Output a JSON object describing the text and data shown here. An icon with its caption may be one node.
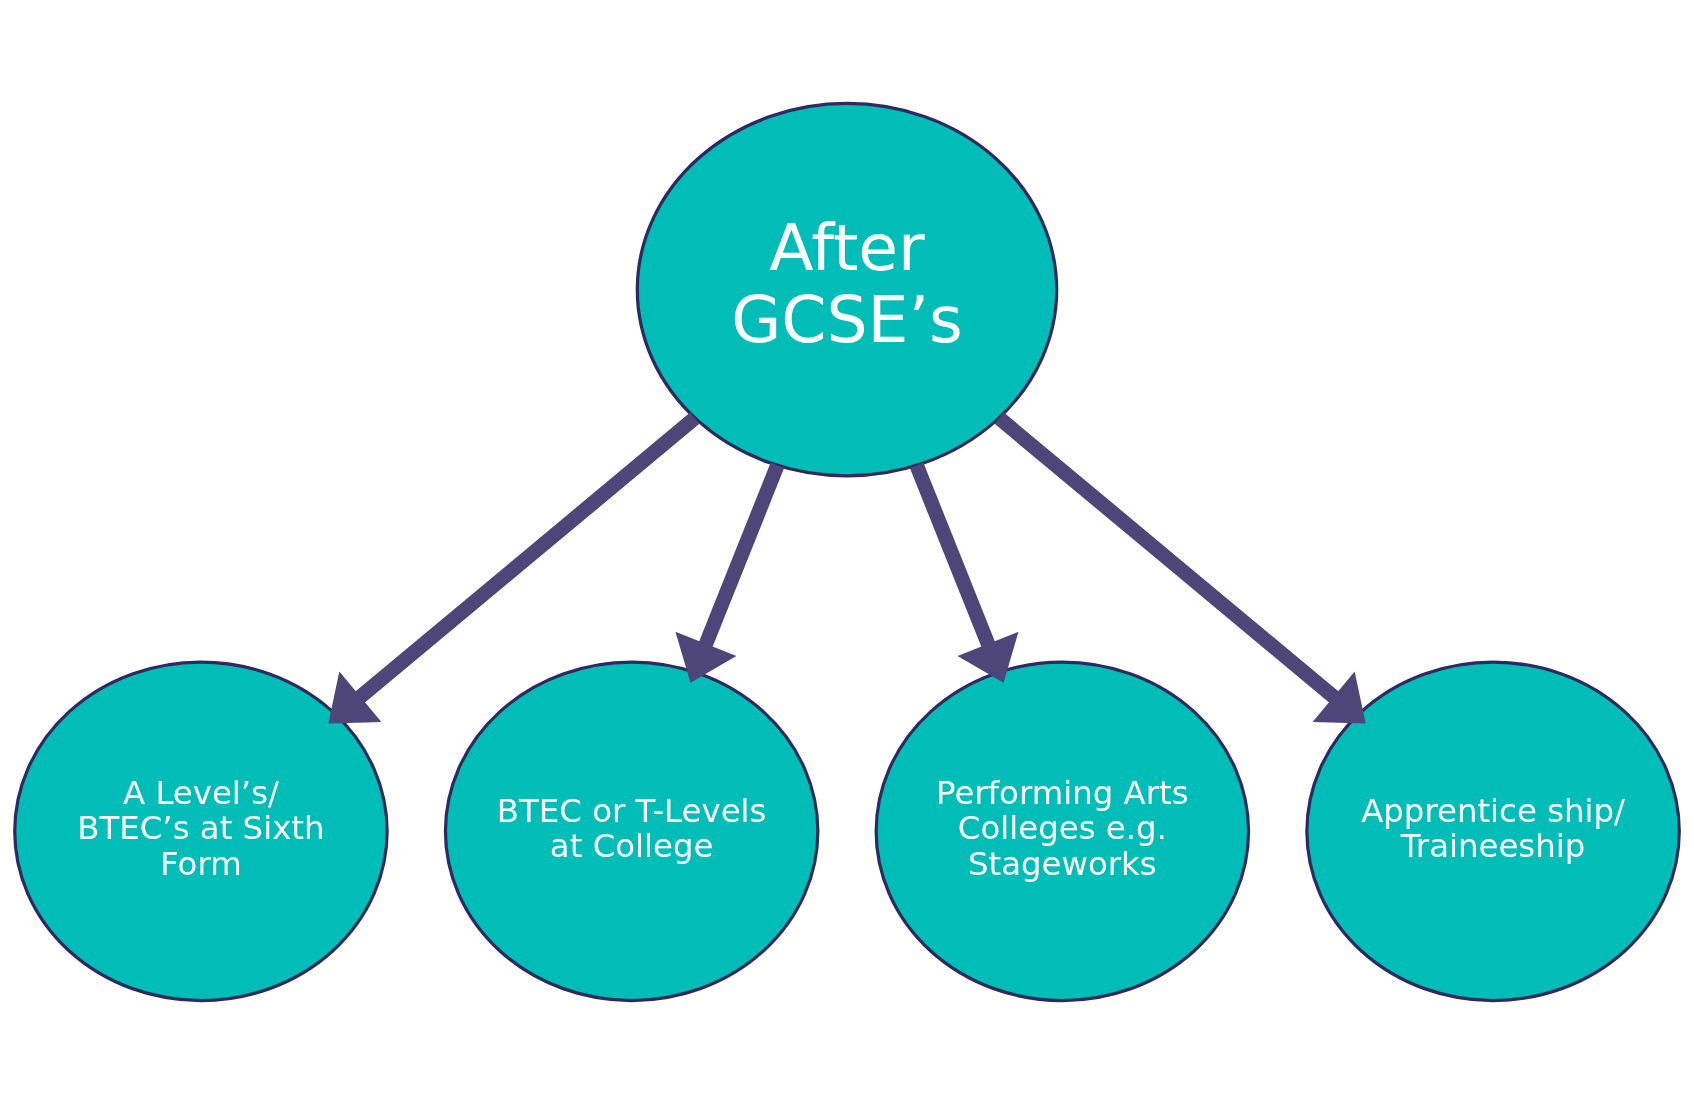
{
  "diagram": {
    "nodes": [
      {
        "text": [
          "After GCSE’s"
        ]
      },
      {
        "text": [
          "A Level’s/ BTEC’s at Sixth Form"
        ]
      },
      {
        "text": [
          "BTEC or T-Levels at College"
        ]
      },
      {
        "text": [
          "Performing Arts Colleges e.g. Stageworks"
        ]
      },
      {
        "text": [
          "Apprentice ship/ Traineeship"
        ]
      }
    ],
    "edges": [
      {
        "from": 0,
        "to": 1,
        "arrow": "to"
      },
      {
        "from": 0,
        "to": 2,
        "arrow": "to"
      },
      {
        "from": 0,
        "to": 3,
        "arrow": "to"
      },
      {
        "from": 0,
        "to": 4,
        "arrow": "to"
      }
    ]
  }
}
